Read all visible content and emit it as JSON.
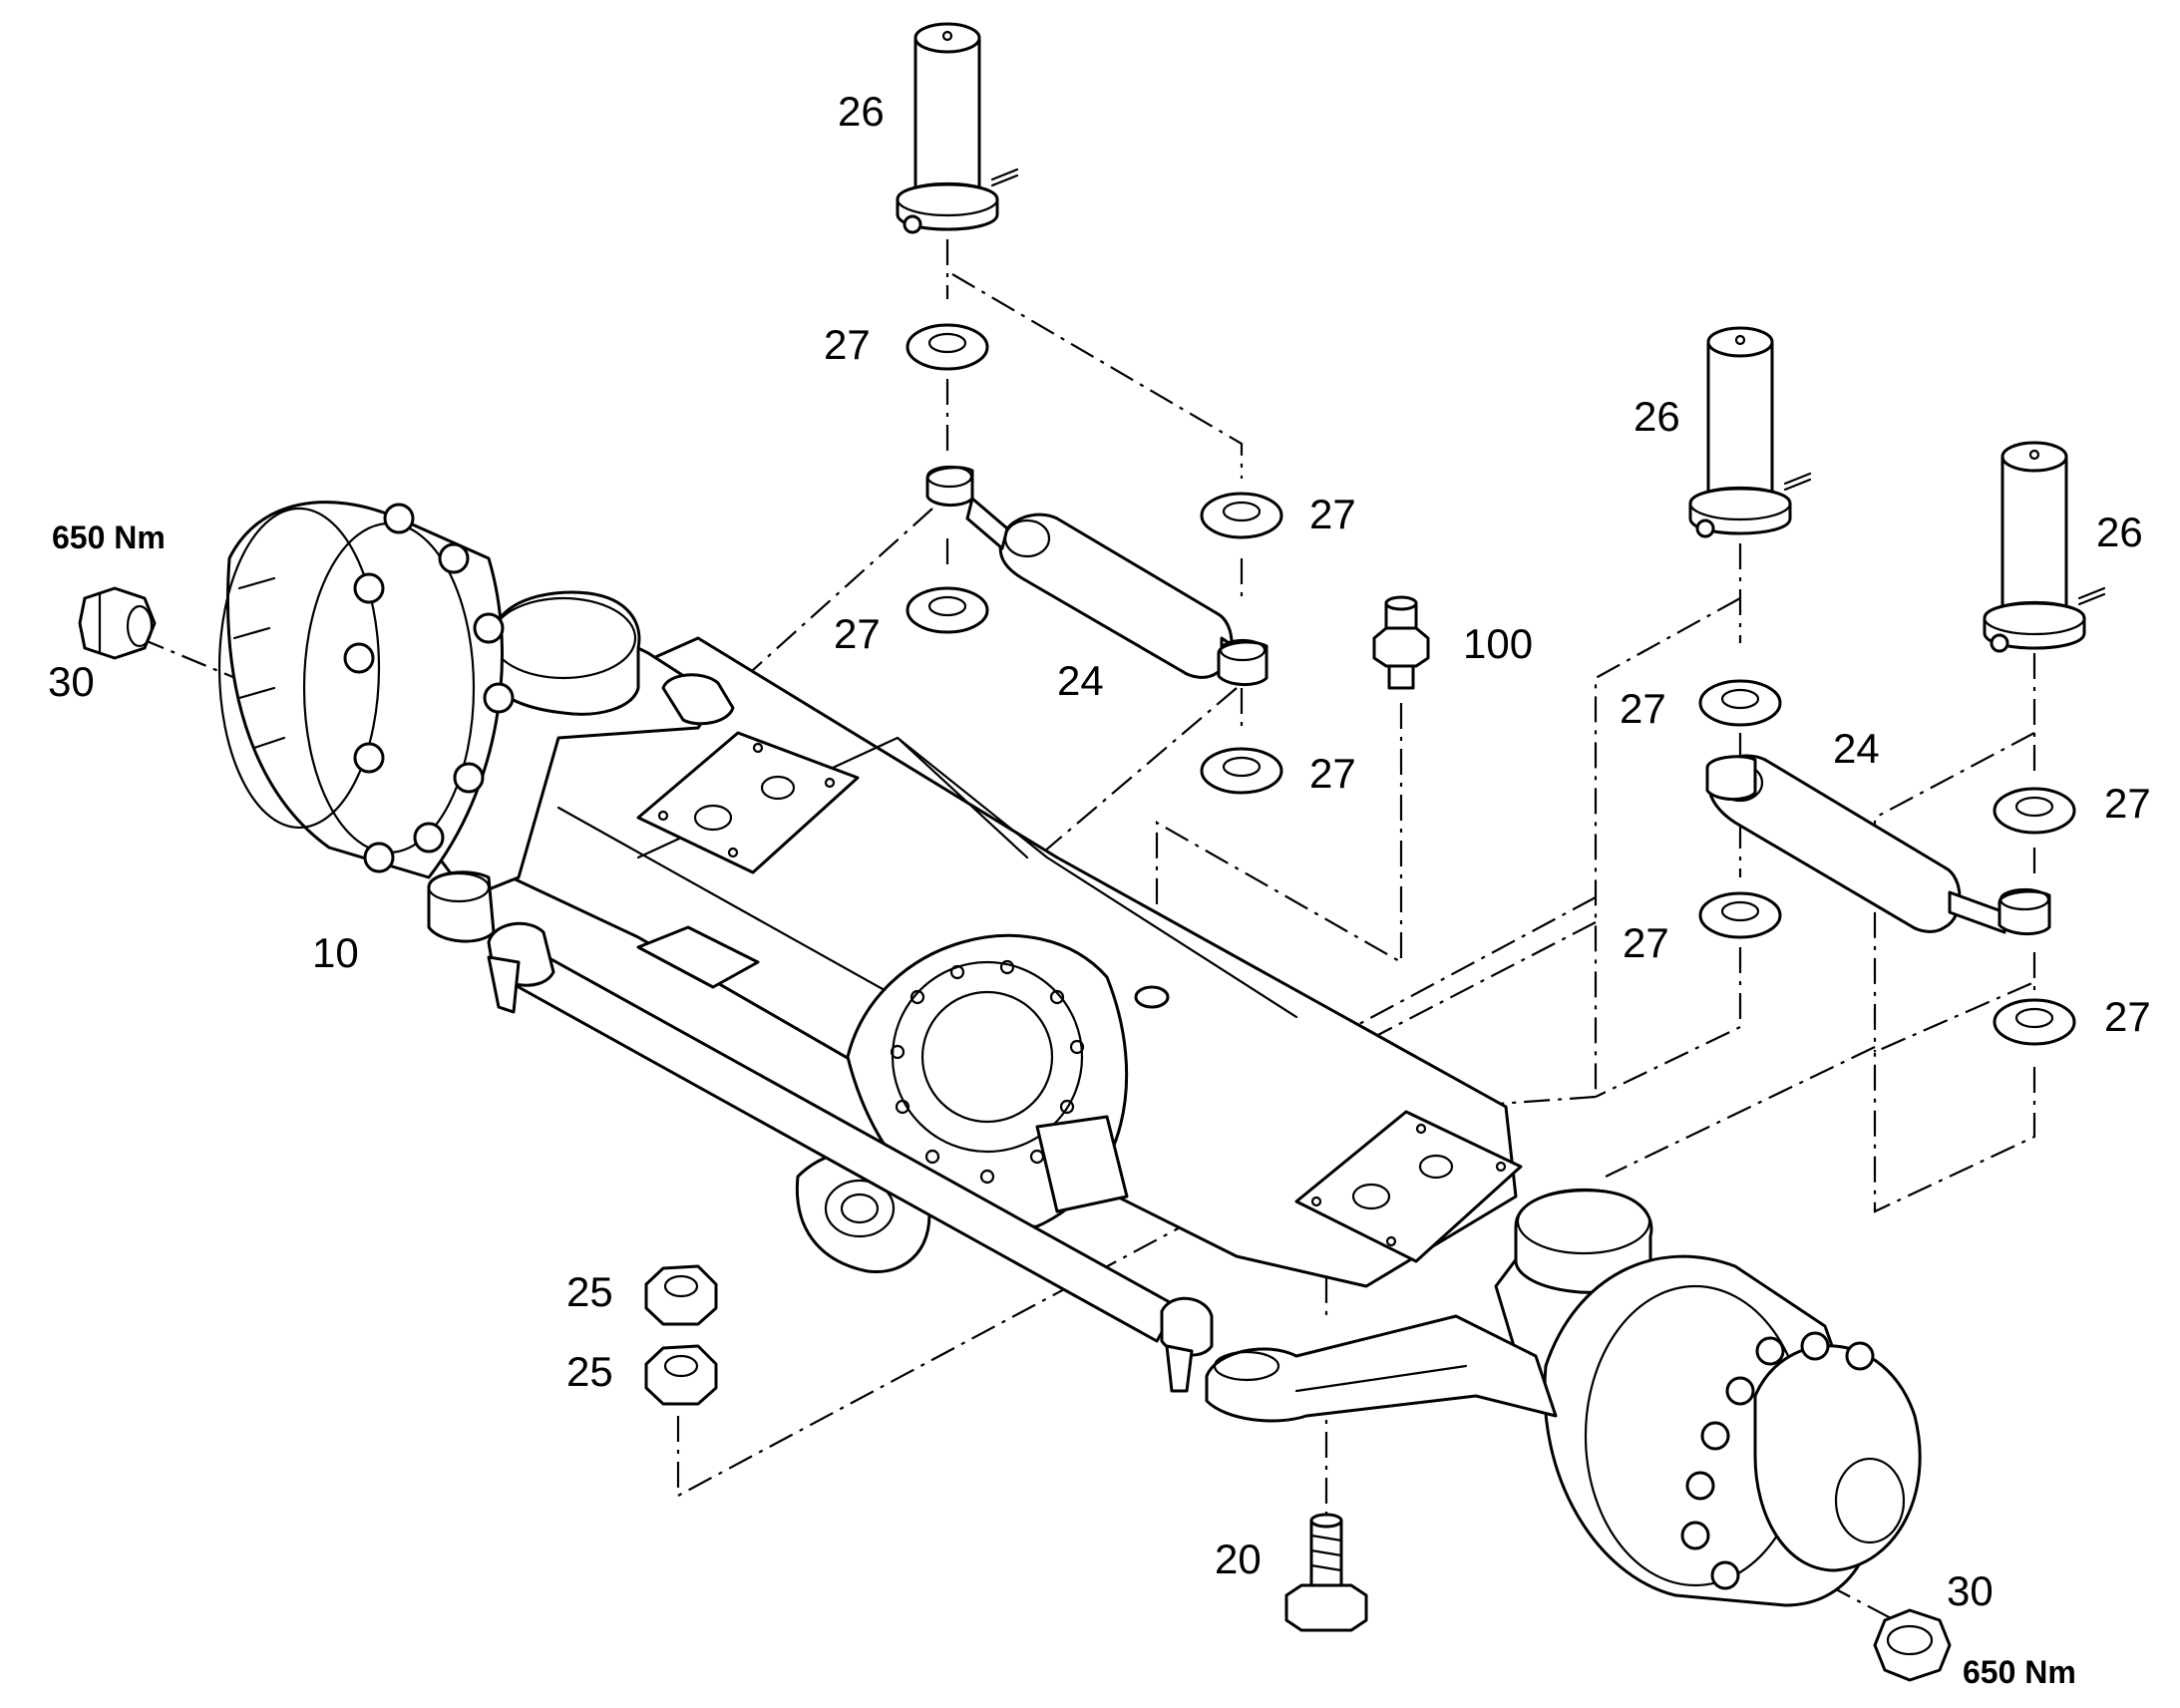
{
  "diagram": {
    "torque_note": "650 Nm",
    "callouts": {
      "axle_assembly": "10",
      "bolt": "20",
      "cylinder": "24",
      "nut": "25",
      "pin": "26",
      "washer": "27",
      "wheel_nut": "30",
      "grease_fitting": "100"
    }
  },
  "colors": {
    "line": "#000000",
    "background": "#ffffff"
  }
}
